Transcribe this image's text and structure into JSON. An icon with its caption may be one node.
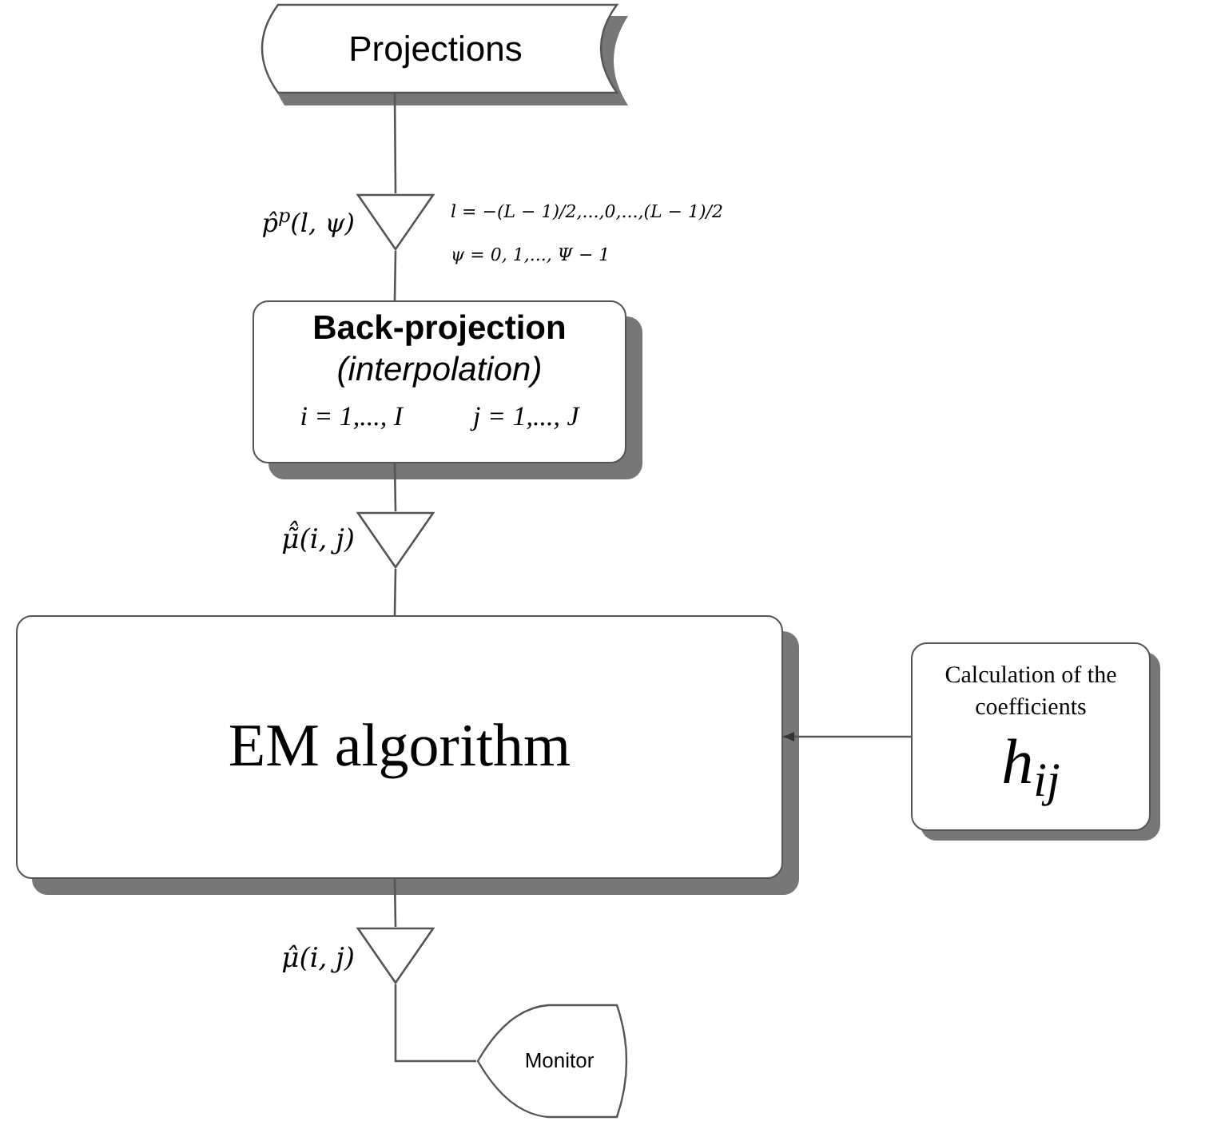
{
  "diagram": {
    "nodes": [
      {
        "text": [
          "Projections"
        ]
      },
      {
        "text": [],
        "shape": "triangle",
        "beside": [
          "p̂$^{p}$(l, ψ)",
          "l = −(L − 1)/2,...,0,...,(L − 1)/2",
          "ψ = 0, 1,..., Ψ − 1"
        ]
      },
      {
        "text": [
          "Back-projection",
          "(interpolation)",
          "i = 1,..., I",
          "j = 1,..., J"
        ]
      },
      {
        "text": [],
        "shape": "triangle",
        "beside": [
          "μ̃̂(i, j)"
        ]
      },
      {
        "text": [
          "EM algorithm"
        ]
      },
      {
        "text": [
          "Calculation of the coefficients",
          "h$_{ij}$"
        ]
      },
      {
        "text": [],
        "shape": "triangle",
        "beside": [
          "μ̂(i, j)"
        ]
      },
      {
        "text": [
          "Monitor"
        ]
      }
    ],
    "edges": [
      {
        "from": 0,
        "to": 1,
        "arrow": "none"
      },
      {
        "from": 1,
        "to": 2,
        "arrow": "none"
      },
      {
        "from": 2,
        "to": 3,
        "arrow": "none"
      },
      {
        "from": 3,
        "to": 4,
        "arrow": "none"
      },
      {
        "from": 5,
        "to": 4,
        "arrow": "to"
      },
      {
        "from": 4,
        "to": 6,
        "arrow": "none"
      },
      {
        "from": 6,
        "to": 7,
        "arrow": "none"
      }
    ]
  }
}
